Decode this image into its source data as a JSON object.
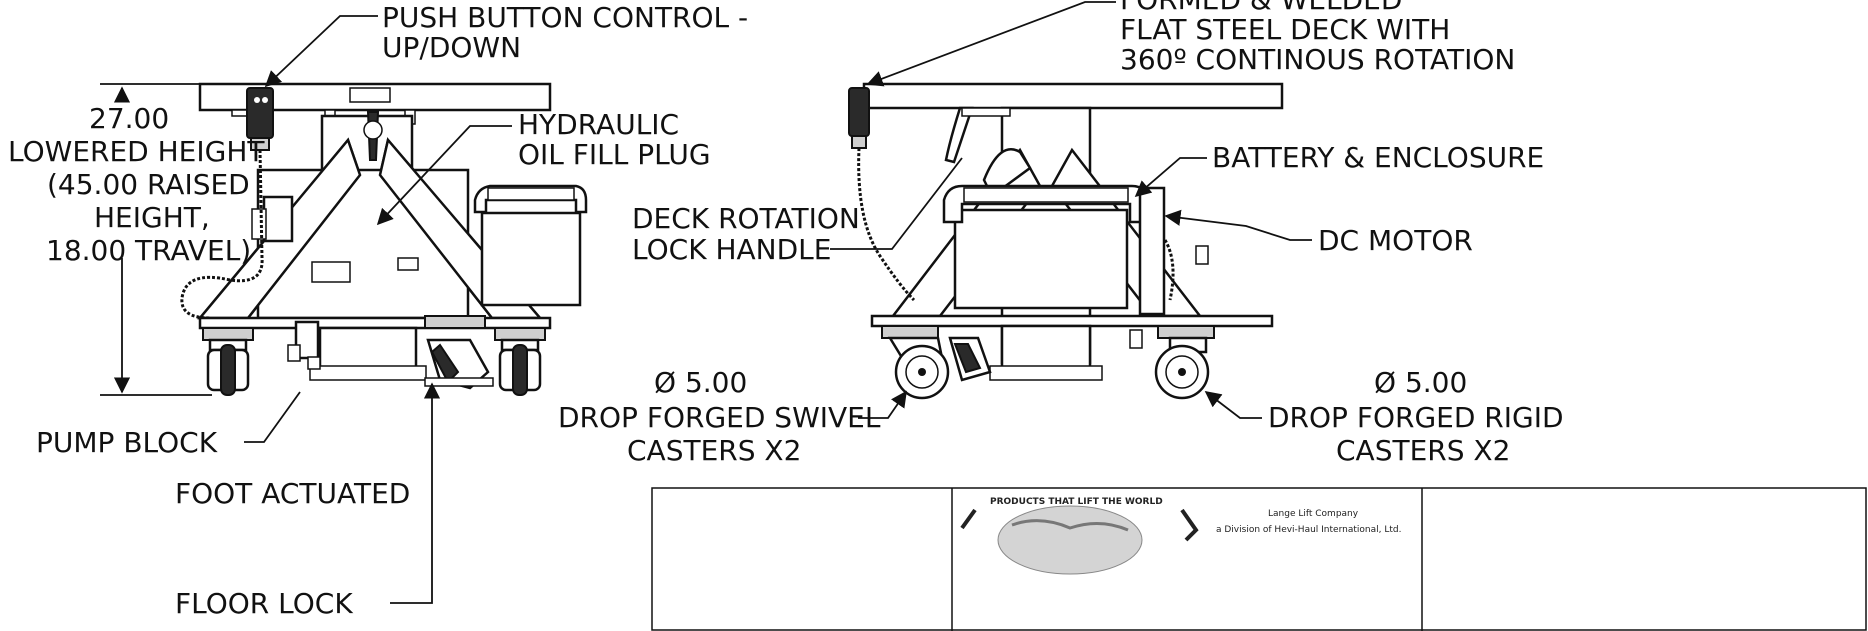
{
  "left_view": {
    "push_button": [
      "PUSH BUTTON CONTROL -",
      "UP/DOWN"
    ],
    "height_dim": [
      "27.00",
      "LOWERED HEIGHT",
      "(45.00 RAISED",
      "HEIGHT,",
      "18.00 TRAVEL)"
    ],
    "oil_fill": [
      "HYDRAULIC",
      "OIL FILL PLUG"
    ],
    "pump_block": "PUMP BLOCK",
    "floor_lock": [
      "FOOT ACTUATED",
      "FLOOR LOCK"
    ]
  },
  "right_view": {
    "deck": [
      "FORMED & WELDED",
      "FLAT STEEL DECK WITH",
      "360º CONTINOUS ROTATION"
    ],
    "battery": "BATTERY & ENCLOSURE",
    "rotation_lock": [
      "DECK ROTATION",
      "LOCK HANDLE"
    ],
    "dc_motor": "DC MOTOR",
    "swivel": [
      "Ø 5.00",
      "DROP FORGED SWIVEL",
      "CASTERS X2"
    ],
    "rigid": [
      "Ø 5.00",
      "DROP FORGED RIGID",
      "CASTERS X2"
    ]
  },
  "title_block": {
    "slogan": "PRODUCTS THAT LIFT THE WORLD",
    "company": "Lange Lift Company",
    "division": "a Division of Hevi-Haul International, Ltd."
  }
}
